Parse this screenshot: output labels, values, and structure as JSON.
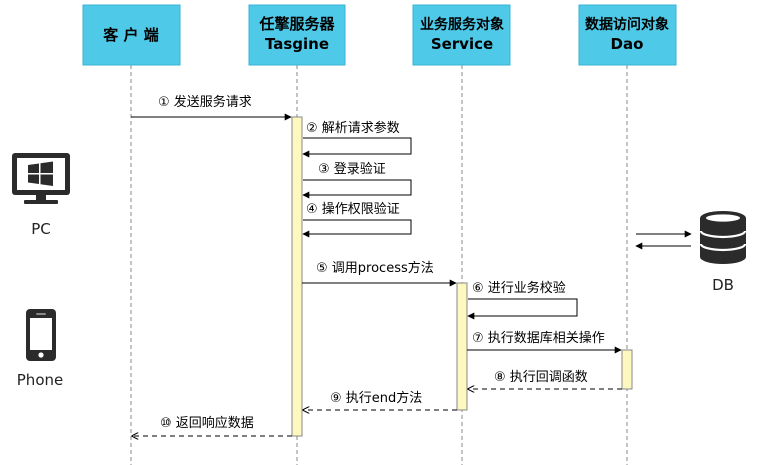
{
  "participants": [
    {
      "id": "client",
      "line1": "客 户 端",
      "line2": ""
    },
    {
      "id": "tasgine",
      "line1": "任擎服务器",
      "line2": "Tasgine"
    },
    {
      "id": "service",
      "line1": "业务服务对象",
      "line2": "Service"
    },
    {
      "id": "dao",
      "line1": "数据访问对象",
      "line2": "Dao"
    }
  ],
  "messages": [
    {
      "label": "① 发送服务请求"
    },
    {
      "label": "② 解析请求参数"
    },
    {
      "label": "③ 登录验证"
    },
    {
      "label": "④ 操作权限验证"
    },
    {
      "label": "⑤ 调用process方法"
    },
    {
      "label": "⑥ 进行业务校验"
    },
    {
      "label": "⑦ 执行数据库相关操作"
    },
    {
      "label": "⑧ 执行回调函数"
    },
    {
      "label": "⑨ 执行end方法"
    },
    {
      "label": "⑩ 返回响应数据"
    }
  ],
  "devices": {
    "pc": "PC",
    "phone": "Phone",
    "db": "DB"
  },
  "icons": {
    "pc": "desktop-monitor-icon",
    "phone": "smartphone-icon",
    "db": "database-icon"
  }
}
